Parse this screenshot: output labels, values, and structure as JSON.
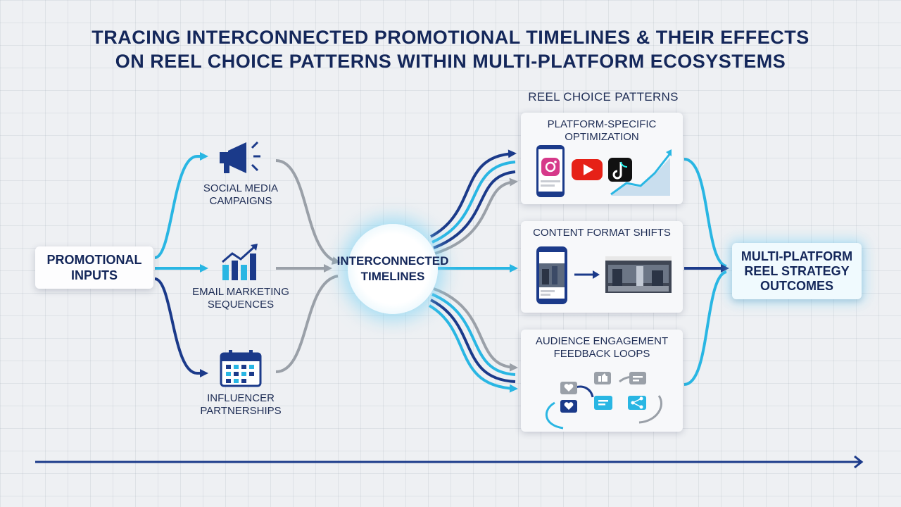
{
  "title": {
    "line1": "TRACING INTERCONNECTED PROMOTIONAL TIMELINES & THEIR EFFECTS",
    "line2": "ON REEL CHOICE PATTERNS WITHIN MULTI-PLATFORM ECOSYSTEMS"
  },
  "promotional_inputs": {
    "line1": "PROMOTIONAL",
    "line2": "INPUTS"
  },
  "inputs": [
    {
      "line1": "SOCIAL MEDIA",
      "line2": "CAMPAIGNS",
      "icon": "megaphone-icon"
    },
    {
      "line1": "EMAIL MARKETING",
      "line2": "SEQUENCES",
      "icon": "bar-chart-icon"
    },
    {
      "line1": "INFLUENCER",
      "line2": "PARTNERSHIPS",
      "icon": "calendar-icon"
    }
  ],
  "hub": {
    "line1": "INTERCONNECTED",
    "line2": "TIMELINES"
  },
  "reel_section_title": "REEL CHOICE PATTERNS",
  "panels": [
    {
      "line1": "PLATFORM-SPECIFIC",
      "line2": "OPTIMIZATION",
      "icons": [
        "instagram-icon",
        "youtube-icon",
        "tiktok-icon",
        "growth-chart-icon"
      ]
    },
    {
      "line1": "CONTENT FORMAT SHIFTS",
      "line2": "",
      "icons": [
        "vertical-video-icon",
        "arrow-icon",
        "horizontal-video-icon"
      ]
    },
    {
      "line1": "AUDIENCE ENGAGEMENT",
      "line2": "FEEDBACK LOOPS",
      "icons": [
        "heart-icon",
        "like-icon",
        "comment-icon",
        "share-icon",
        "cycle-arrow-icon"
      ]
    }
  ],
  "outcome": {
    "line1": "MULTI-PLATFORM",
    "line2": "REEL STRATEGY",
    "line3": "OUTCOMES"
  },
  "colors": {
    "navy": "#1b3a8a",
    "cyan": "#29b6e3",
    "gray": "#9aa0a8",
    "title": "#14275a"
  }
}
